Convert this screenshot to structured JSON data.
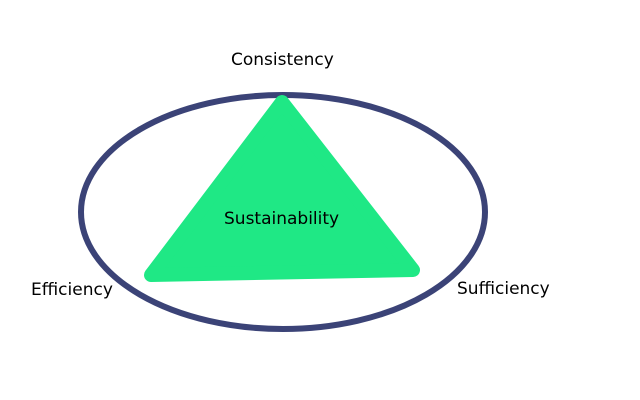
{
  "diagram": {
    "center_label": "Sustainability",
    "labels": {
      "top": "Consistency",
      "left": "Efficiency",
      "right": "Sufficiency"
    },
    "colors": {
      "ellipse_stroke": "#3b4377",
      "triangle_fill": "#1fe885",
      "background": "#ffffff",
      "text": "#000000"
    }
  }
}
